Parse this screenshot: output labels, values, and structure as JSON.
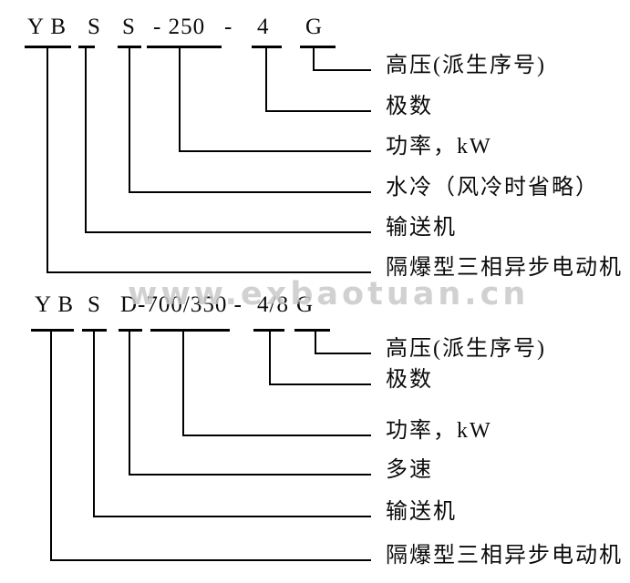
{
  "page": {
    "background": "#ffffff",
    "line_color": "#000000",
    "text_color": "#0b0b0b"
  },
  "watermark": {
    "text": "www.exbaotuan.cn",
    "color": "#c9c9c9"
  },
  "diagrams": [
    {
      "name": "water-cooled-model",
      "code": "YBSS-250-4G",
      "code_tokens": [
        "Y B",
        "S",
        "S",
        "- 250",
        "-",
        "4",
        "G"
      ],
      "entries": [
        {
          "segment": "YB",
          "label": "隔爆型三相异步电动机"
        },
        {
          "segment": "S",
          "label": "输送机"
        },
        {
          "segment": "S",
          "label": "水冷（风冷时省略）"
        },
        {
          "segment": "250",
          "label": "功率，kW"
        },
        {
          "segment": "4",
          "label": "极数"
        },
        {
          "segment": "G",
          "label": "高压(派生序号)"
        }
      ]
    },
    {
      "name": "multi-speed-model",
      "code": "YBSD-700/350-4/8G",
      "code_tokens": [
        "Y B",
        "S",
        "D-700/350 -",
        "4/8",
        "G"
      ],
      "entries": [
        {
          "segment": "YB",
          "label": "隔爆型三相异步电动机"
        },
        {
          "segment": "S",
          "label": "输送机"
        },
        {
          "segment": "D",
          "label": "多速"
        },
        {
          "segment": "700/350",
          "label": "功率，kW"
        },
        {
          "segment": "4/8",
          "label": "极数"
        },
        {
          "segment": "G",
          "label": "高压(派生序号)"
        }
      ]
    }
  ]
}
